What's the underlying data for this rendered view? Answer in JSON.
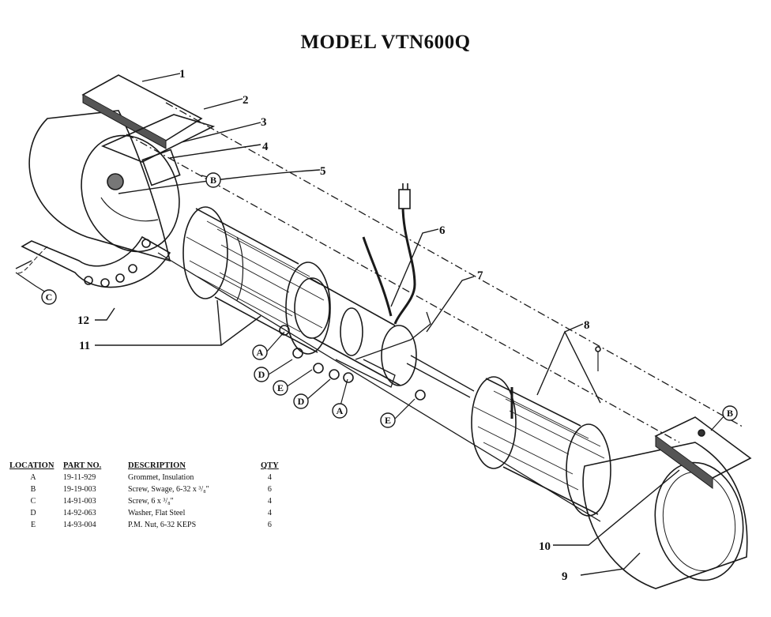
{
  "title": "MODEL VTN600Q",
  "callouts": [
    "1",
    "2",
    "3",
    "4",
    "5",
    "6",
    "7",
    "8",
    "9",
    "10",
    "11",
    "12"
  ],
  "hardware_labels": [
    "A",
    "B",
    "C",
    "D",
    "E"
  ],
  "table": {
    "headers": [
      "LOCATION",
      "PART NO.",
      "DESCRIPTION",
      "QTY"
    ],
    "rows": [
      [
        "A",
        "19-11-929",
        "Grommet, Insulation",
        "4"
      ],
      [
        "B",
        "19-19-003",
        "Screw, Swage, 6-32  x ³/₈\"",
        "6"
      ],
      [
        "C",
        "14-91-003",
        "Screw, 6 x ³/₈\"",
        "4"
      ],
      [
        "D",
        "14-92-063",
        "Washer, Flat Steel",
        "4"
      ],
      [
        "E",
        "14-93-004",
        "P.M. Nut, 6-32 KEPS",
        "6"
      ]
    ]
  }
}
